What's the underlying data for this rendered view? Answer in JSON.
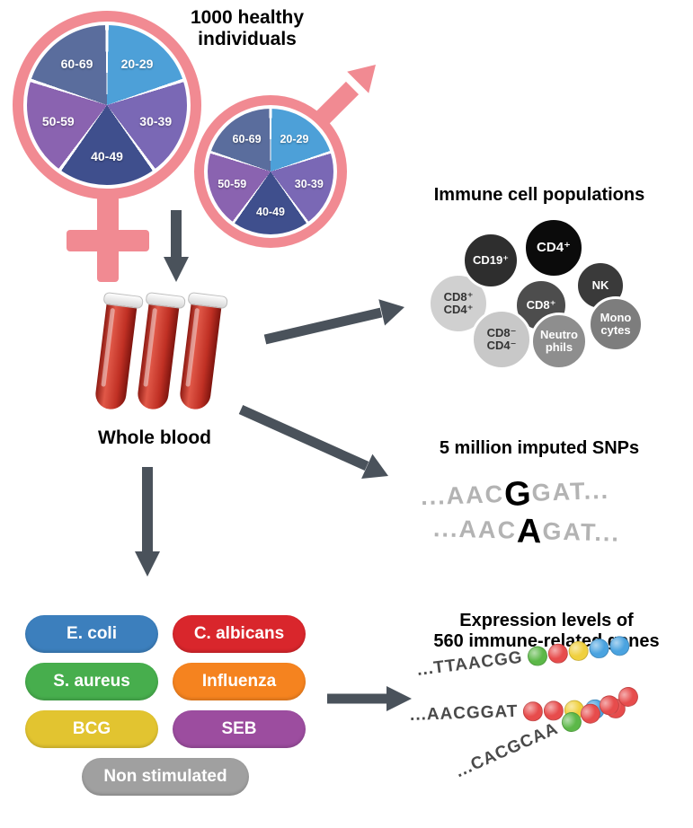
{
  "title": "1000 healthy\nindividuals",
  "demographics": {
    "female_symbol": "female",
    "male_symbol": "male",
    "symbol_color": "#f18a92",
    "age_groups": [
      {
        "label": "20-29",
        "color": "#4da0d8"
      },
      {
        "label": "30-39",
        "color": "#7a68b5"
      },
      {
        "label": "40-49",
        "color": "#3f4f8d"
      },
      {
        "label": "50-59",
        "color": "#8a63b0"
      },
      {
        "label": "60-69",
        "color": "#5a6d9d"
      }
    ]
  },
  "whole_blood": {
    "label": "Whole blood"
  },
  "immune_cells": {
    "heading": "Immune cell populations",
    "cells": [
      {
        "label": "CD8⁺\nCD4⁺",
        "color": "#d0d0d0",
        "text_color": "#333333"
      },
      {
        "label": "CD19⁺",
        "color": "#2e2e2e",
        "text_color": "#ffffff"
      },
      {
        "label": "CD4⁺",
        "color": "#0b0b0b",
        "text_color": "#ffffff"
      },
      {
        "label": "NK",
        "color": "#3a3a3a",
        "text_color": "#ffffff"
      },
      {
        "label": "CD8⁺",
        "color": "#4d4d4d",
        "text_color": "#ffffff"
      },
      {
        "label": "Mono\ncytes",
        "color": "#7d7d7d",
        "text_color": "#ffffff"
      },
      {
        "label": "CD8⁻\nCD4⁻",
        "color": "#c8c8c8",
        "text_color": "#333333"
      },
      {
        "label": "Neutro\nphils",
        "color": "#8e8e8e",
        "text_color": "#ffffff"
      }
    ]
  },
  "snps": {
    "heading": "5 million imputed SNPs",
    "sequences": [
      {
        "prefix": "...AAC",
        "variant": "G",
        "suffix": "GAT..."
      },
      {
        "prefix": "...AAC",
        "variant": "A",
        "suffix": "GAT..."
      }
    ]
  },
  "stimulations": {
    "items": [
      {
        "label": "E. coli",
        "color": "#3c7fbd"
      },
      {
        "label": "C. albicans",
        "color": "#d9262c"
      },
      {
        "label": "S. aureus",
        "color": "#47ae4d"
      },
      {
        "label": "Influenza",
        "color": "#f5831f"
      },
      {
        "label": "BCG",
        "color": "#e2c430"
      },
      {
        "label": "SEB",
        "color": "#9c4d9f"
      },
      {
        "label": "Non stimulated",
        "color": "#a0a0a0"
      }
    ]
  },
  "expression": {
    "heading": "Expression levels of\n560 immune-related genes",
    "bead_colors": {
      "green": "#5cb848",
      "red": "#e74c4c",
      "yellow": "#f0d03e",
      "blue": "#4aa3e0"
    },
    "sequences": [
      {
        "text": "...TTAACGG",
        "beads": [
          "green",
          "red",
          "yellow",
          "blue",
          "blue"
        ]
      },
      {
        "text": "...AACGGAT",
        "beads": [
          "red",
          "red",
          "yellow",
          "blue",
          "red"
        ]
      },
      {
        "text": "...CACGCAA",
        "beads": [
          "green",
          "red",
          "red",
          "red"
        ]
      }
    ]
  },
  "arrow_color": "#4a525b"
}
